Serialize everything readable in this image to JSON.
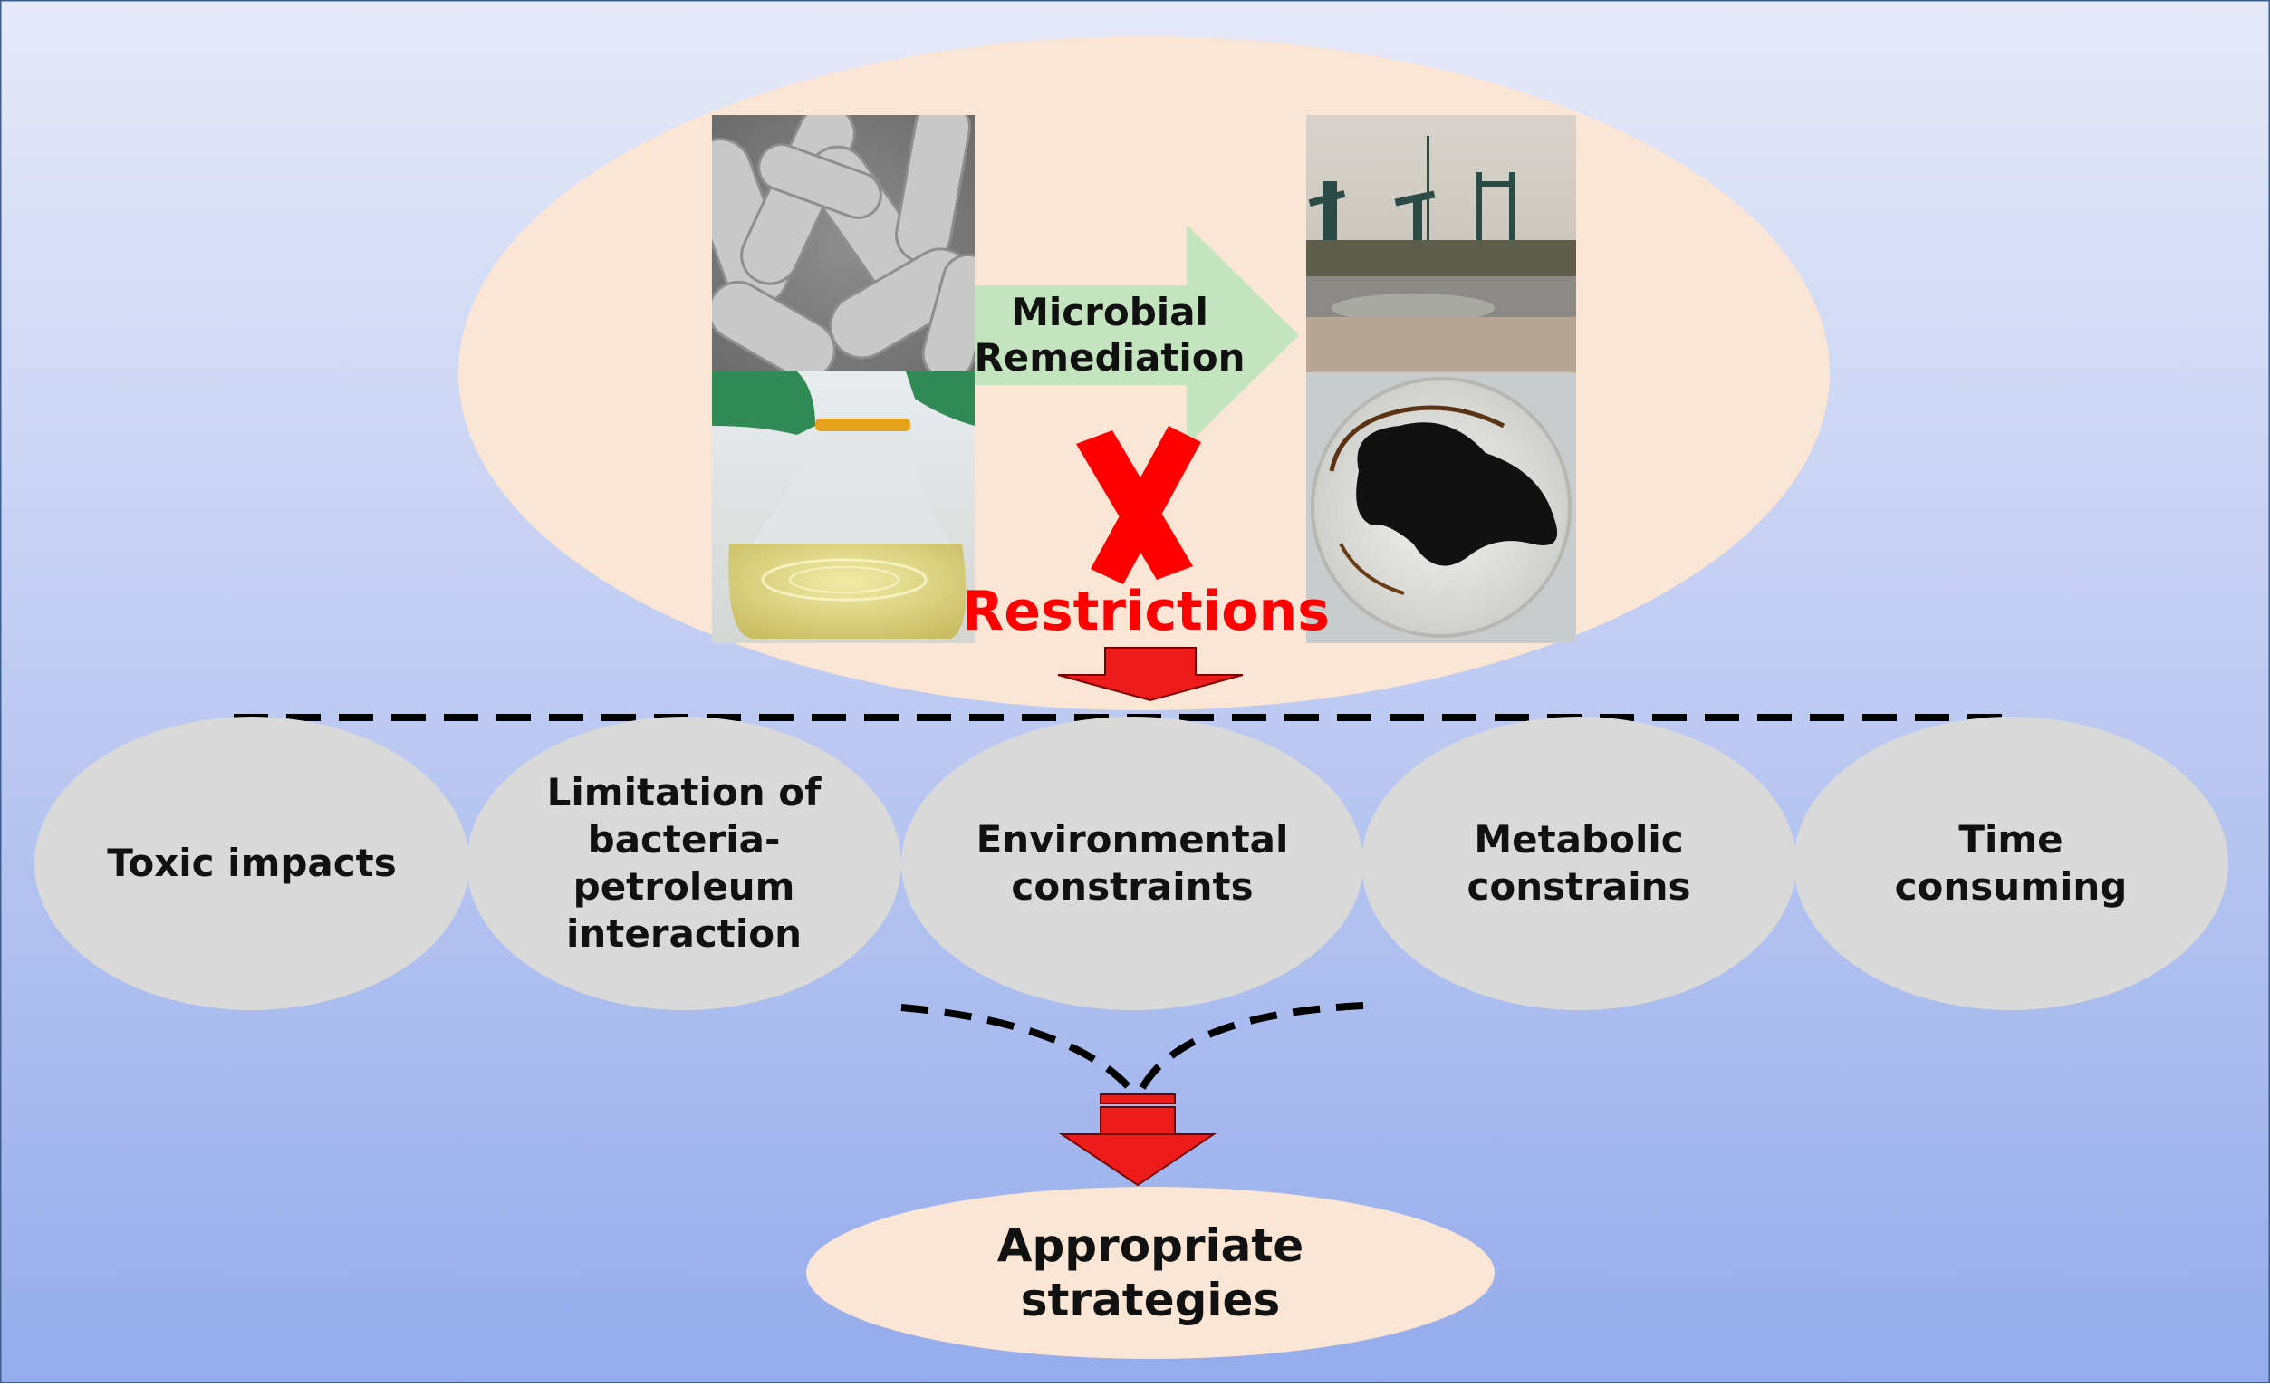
{
  "diagram": {
    "process_label": "Microbial\nRemediation",
    "restrictions_label": "Restrictions",
    "restrictions": [
      "Toxic impacts",
      "Limitation of\nbacteria-\npetroleum\ninteraction",
      "Environmental\nconstraints",
      "Metabolic\nconstrains",
      "Time\nconsuming"
    ],
    "outcome_label": "Appropriate\nstrategies"
  },
  "colors": {
    "background_top": "#e6e9f8",
    "background_bottom": "#95acec",
    "top_ellipse": "#fbe6d6",
    "process_arrow": "#c4e4bf",
    "cross": "#ff0000",
    "restrictions_text": "#ff0000",
    "down_arrow": "#ee1b1b",
    "restriction_ellipse": "#d9d9d9",
    "outcome_ellipse": "#fbe6d6",
    "dashed_line": "#000000"
  },
  "icons": {
    "bacteria_image": "sem-bacteria-micrograph",
    "flask_image": "culture-flask-photo",
    "oilfield_image": "oilfield-photo",
    "petri_image": "crude-oil-petri-dish-photo",
    "cross": "red-x-mark"
  }
}
